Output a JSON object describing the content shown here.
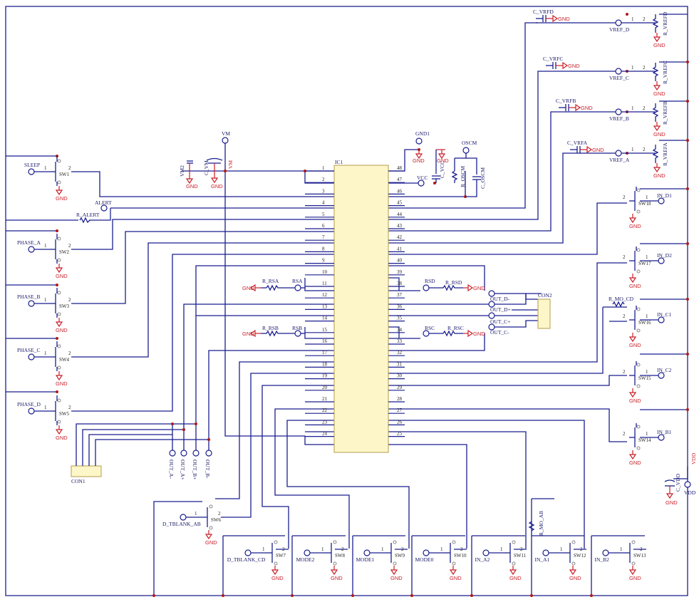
{
  "ic": {
    "ref": "IC1",
    "left_pins": [
      "1",
      "2",
      "3",
      "4",
      "5",
      "6",
      "7",
      "8",
      "9",
      "10",
      "11",
      "12",
      "13",
      "14",
      "15",
      "16",
      "17",
      "18",
      "19",
      "20",
      "21",
      "22",
      "23",
      "24"
    ],
    "right_pins": [
      "48",
      "47",
      "46",
      "45",
      "44",
      "43",
      "42",
      "41",
      "40",
      "39",
      "38",
      "37",
      "36",
      "35",
      "34",
      "33",
      "32",
      "31",
      "30",
      "29",
      "28",
      "27",
      "26",
      "25"
    ]
  },
  "gnd": "GND",
  "switches_left": [
    {
      "ref": "SW1",
      "net": "SLEEP"
    },
    {
      "ref": "SW2",
      "net": "PHASE_A"
    },
    {
      "ref": "SW3",
      "net": "PHASE_B"
    },
    {
      "ref": "SW4",
      "net": "PHASE_C"
    },
    {
      "ref": "SW5",
      "net": "PHASE_D"
    }
  ],
  "switches_right": [
    {
      "ref": "SW18",
      "net": "IN_D1"
    },
    {
      "ref": "SW17",
      "net": "IN_D2"
    },
    {
      "ref": "SW16",
      "net": "IN_C1"
    },
    {
      "ref": "SW15",
      "net": "IN_C2"
    },
    {
      "ref": "SW14",
      "net": "IN_B1"
    }
  ],
  "switches_bottom": [
    {
      "ref": "SW7",
      "net": "D_TBLANK_CD"
    },
    {
      "ref": "SW8",
      "net": "MODE2"
    },
    {
      "ref": "SW9",
      "net": "MODE1"
    },
    {
      "ref": "SW10",
      "net": "MODE0"
    },
    {
      "ref": "SW11",
      "net": "IN_A2"
    },
    {
      "ref": "SW12",
      "net": "IN_A1"
    },
    {
      "ref": "SW13",
      "net": "IN_B2"
    }
  ],
  "sw6": {
    "ref": "SW6",
    "net": "D_TBLANK_AB"
  },
  "vrefs": [
    {
      "cap": "C_VRFD",
      "net": "VREF_D",
      "res": "R_VREFD"
    },
    {
      "cap": "C_VRFC",
      "net": "VREF_C",
      "res": "R_VREFC"
    },
    {
      "cap": "C_VRFB",
      "net": "VREF_B",
      "res": "R_VREFB"
    },
    {
      "cap": "C_VRFA",
      "net": "VREF_A",
      "res": "R_VREFA"
    }
  ],
  "labels": {
    "vm": "VM",
    "vm2": "VM2",
    "c_vm": "C_VM",
    "vm_vert": "VM",
    "alert": "ALERT",
    "r_alert": "R_ALERT",
    "gnd1": "GND1",
    "vcc": "VCC",
    "c_vcc": "C_VCC",
    "oscm": "OSCM",
    "r_oscm": "R_OSCM",
    "c_oscm": "C_OSCM",
    "rsa": "RSA",
    "r_rsa": "R_RSA",
    "rsb": "RSB",
    "r_rsb": "R_RSB",
    "rsc": "RSC",
    "r_rsc": "R_RSC",
    "rsd": "RSD",
    "r_rsd": "R_RSD",
    "con1": "CON1",
    "con2": "CON2",
    "out_a_minus": "OUT_A-",
    "out_a_plus": "OUT_A+",
    "out_b_plus": "OUT_B+",
    "out_b_minus": "OUT_B-",
    "out_d_minus": "OUT_D-",
    "out_d_plus": "OUT_D+",
    "out_c_plus": "OUT_C+",
    "out_c_minus": "OUT_C-",
    "r_mo_cd": "R_MO_CD",
    "r_mo_ab": "R_MO_AB",
    "vdd": "VDD",
    "vdd_vert": "VDD",
    "c_vdd": "C_VDD"
  }
}
